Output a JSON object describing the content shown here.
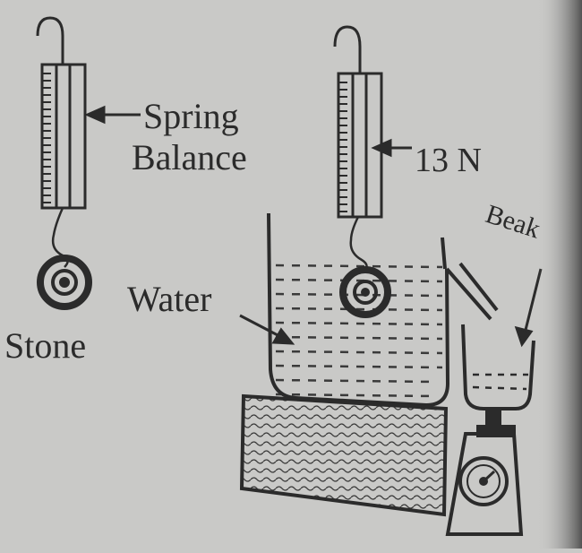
{
  "labels": {
    "spring": "Spring",
    "balance": "Balance",
    "reading": "13 N",
    "beaker": "Beak",
    "water": "Water",
    "stone": "Stone"
  },
  "colors": {
    "ink": "#2b2b2b",
    "paper": "#c9c9c7",
    "shadow": "#5a5a5a"
  }
}
